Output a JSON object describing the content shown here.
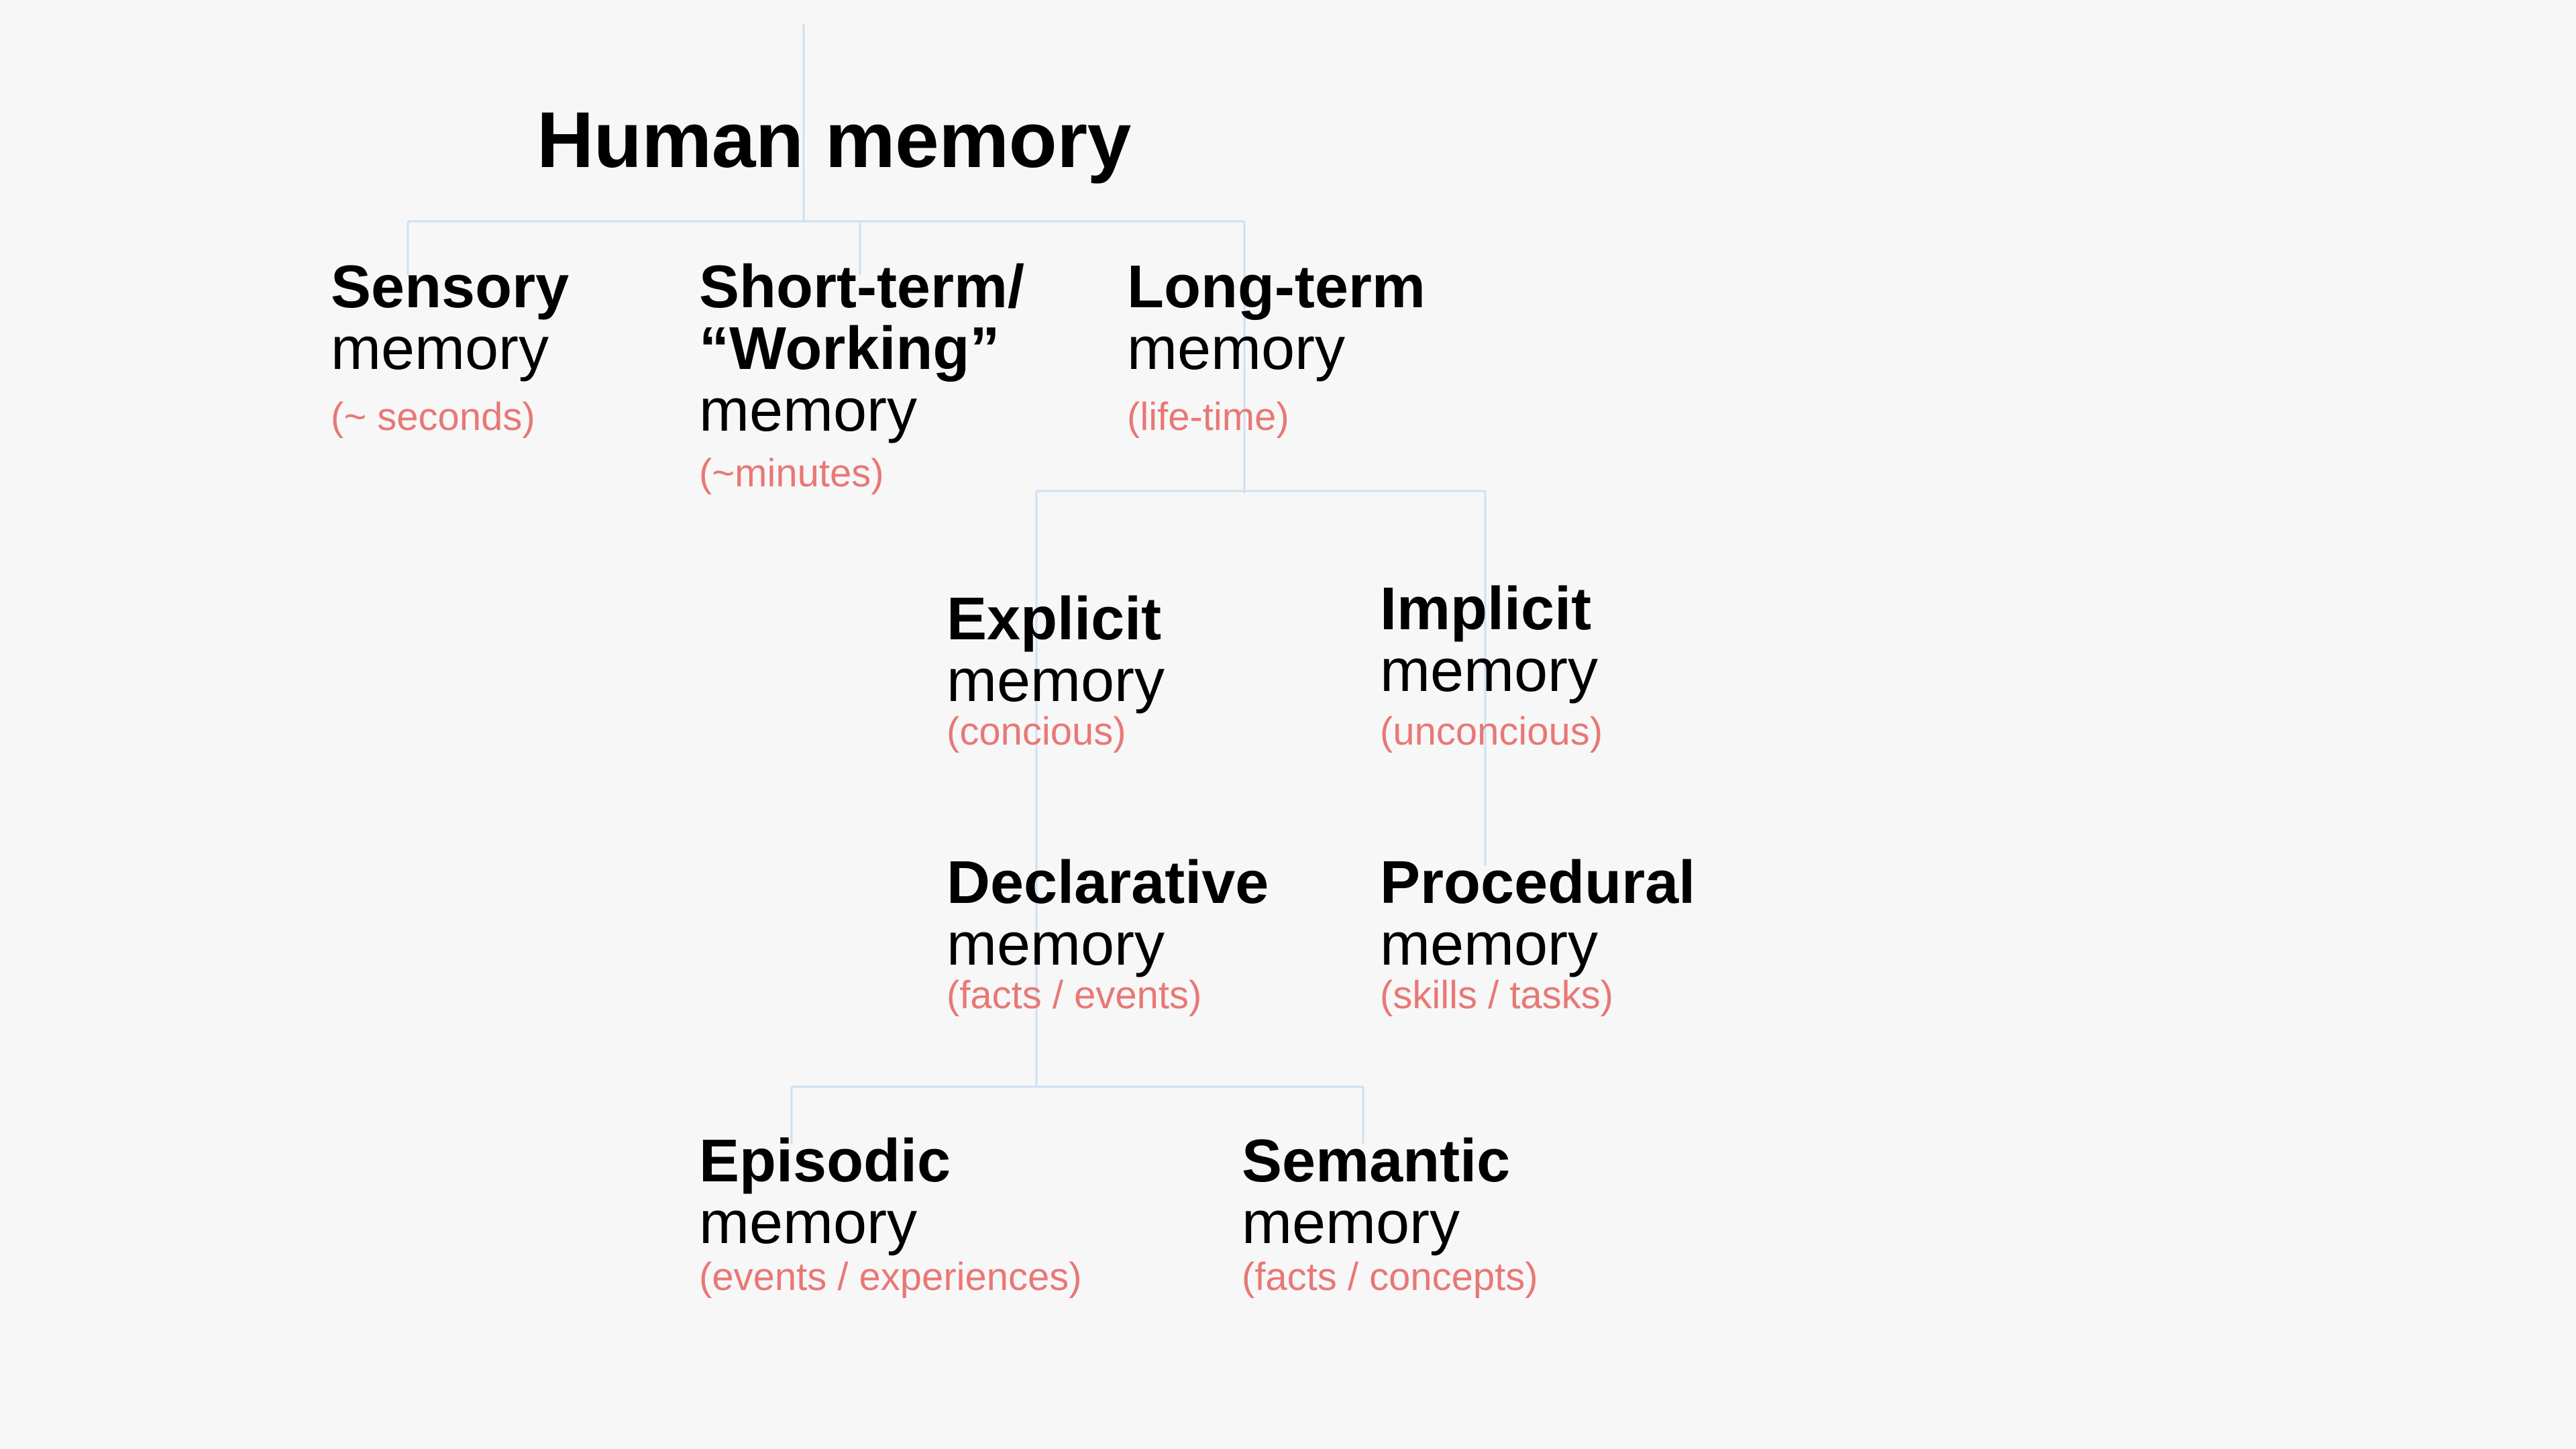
{
  "diagram": {
    "root": {
      "title": "Human memory"
    },
    "nodes": {
      "sensory": {
        "name": "Sensory",
        "kind": "memory",
        "note": "(~ seconds)"
      },
      "short_term": {
        "name_line1": "Short-term/",
        "name_line2": "“Working”",
        "kind": "memory",
        "note": "(~minutes)"
      },
      "long_term": {
        "name": "Long-term",
        "kind": "memory",
        "note": "(life-time)"
      },
      "explicit": {
        "name": "Explicit",
        "kind": "memory",
        "note": "(concious)"
      },
      "implicit": {
        "name": "Implicit",
        "kind": "memory",
        "note": "(unconcious)"
      },
      "declarative": {
        "name": "Declarative",
        "kind": "memory",
        "note": "(facts / events)"
      },
      "procedural": {
        "name": "Procedural",
        "kind": "memory",
        "note": "(skills / tasks)"
      },
      "episodic": {
        "name": "Episodic",
        "kind": "memory",
        "note": "(events / experiences)"
      },
      "semantic": {
        "name": "Semantic",
        "kind": "memory",
        "note": "(facts / concepts)"
      }
    },
    "edges": [
      {
        "from": "root",
        "to": "sensory"
      },
      {
        "from": "root",
        "to": "short_term"
      },
      {
        "from": "root",
        "to": "long_term"
      },
      {
        "from": "long_term",
        "to": "explicit"
      },
      {
        "from": "long_term",
        "to": "implicit"
      },
      {
        "from": "explicit",
        "to": "declarative"
      },
      {
        "from": "implicit",
        "to": "procedural"
      },
      {
        "from": "declarative",
        "to": "episodic"
      },
      {
        "from": "declarative",
        "to": "semantic"
      }
    ],
    "colors": {
      "background": "#f7f7f7",
      "title_text": "#000000",
      "note_text": "#e87876",
      "connector": "#cfe0f4"
    }
  }
}
